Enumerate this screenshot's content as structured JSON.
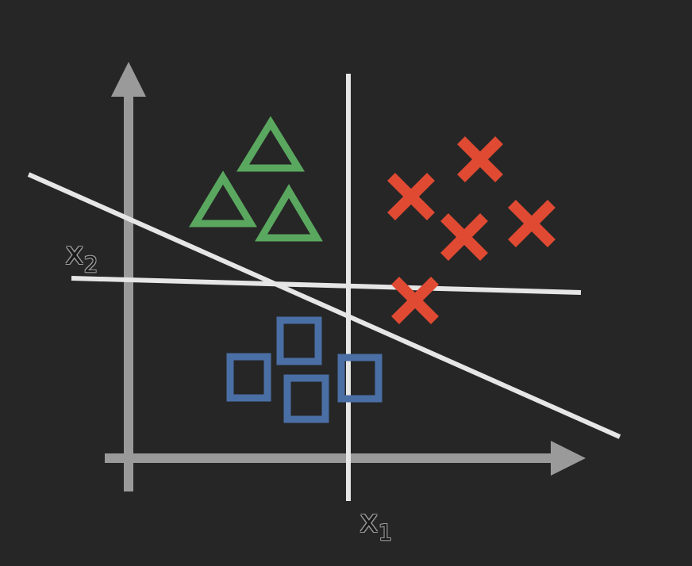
{
  "diagram": {
    "x_axis_label": "x",
    "x_axis_subscript": "1",
    "y_axis_label": "x",
    "y_axis_subscript": "2"
  },
  "colors": {
    "background": "#262626",
    "axis": "#9a9a9a",
    "boundary": "#e6e6e6",
    "triangle_class": "#5aa85f",
    "cross_class": "#e04a33",
    "square_class": "#4a6fa5"
  },
  "classes": [
    {
      "shape": "triangle",
      "color": "green",
      "count": 3
    },
    {
      "shape": "cross",
      "color": "red",
      "count": 5
    },
    {
      "shape": "square",
      "color": "blue",
      "count": 4
    }
  ],
  "decision_boundaries": 3
}
